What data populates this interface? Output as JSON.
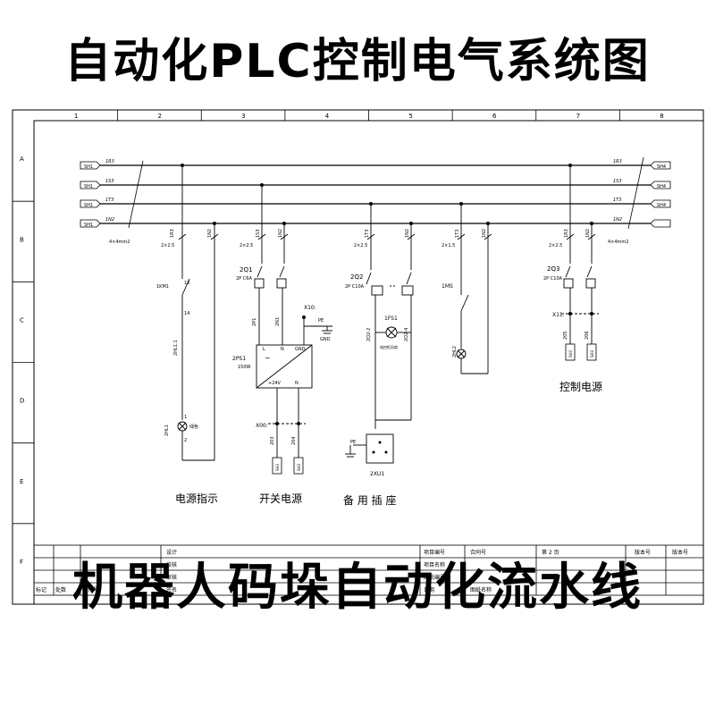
{
  "title": "自动化PLC控制电气系统图",
  "bottom_title": "机器人码垛自动化流水线",
  "frame": {
    "col_labels": [
      "1",
      "2",
      "3",
      "4",
      "5",
      "6",
      "7",
      "8"
    ],
    "row_labels": [
      "A",
      "B",
      "C",
      "D",
      "E",
      "F"
    ]
  },
  "buses": [
    {
      "tag_left": "SH1",
      "wire": "1R3",
      "tag_right": "SH4"
    },
    {
      "tag_left": "SH1",
      "wire": "1S3",
      "tag_right": "SH4"
    },
    {
      "tag_left": "SH1",
      "wire": "1T3",
      "tag_right": "SH4"
    },
    {
      "tag_left": "SH1",
      "wire": "1N2",
      "tag_right": ""
    }
  ],
  "cable_left": "4×4mm2",
  "cable_right": "4×4mm2",
  "circuits": {
    "power_indicator": {
      "label": "电源指示",
      "wire_size": "2×2.5",
      "w1": "1R3",
      "w2": "1N2",
      "relay": "1KM1",
      "pin_a": "13",
      "pin_b": "14",
      "wire_mid": "2HL1.1",
      "lamp": "2HL1",
      "lamp_note": "绿色",
      "pin_1": "1",
      "pin_2": "2"
    },
    "switch_psu": {
      "label": "开关电源",
      "wire_size": "2×2.5",
      "w1": "1S3",
      "w2": "1N2",
      "breaker": "2Q1",
      "rating": "2P C6A",
      "psu": "2PS1",
      "power": "150W",
      "ac": "~",
      "dc": "+24V",
      "n": "N",
      "l": "L",
      "gnd": "GND",
      "pe_terminal": "X10:",
      "pe": "PE",
      "pe_gnd": "GND",
      "wire_a": "2P1",
      "wire_b": "2N1",
      "out_terminal": "X00:",
      "out_a": "203",
      "out_b": "204",
      "out_tag_a": "SH3",
      "out_tag_b": "SH3"
    },
    "socket": {
      "label": "备 用 插 座",
      "wire_size": "2×2.5",
      "w1": "1T3",
      "w2": "1N2",
      "breaker": "2Q2",
      "rating": "2P C10A",
      "fan": "1FS1",
      "fan_note": "电控柜风扇",
      "wire_a": "2Q2-2",
      "wire_b": "2Q2-4",
      "pe": "PE",
      "socket": "2XU1"
    },
    "lamp_circuit": {
      "wire_size": "2×1.5",
      "w1": "1T3",
      "w2": "1N2",
      "switch": "1MS",
      "wire_mid": "2HL2"
    },
    "control_power": {
      "label": "控制电源",
      "wire_size": "2×2.5",
      "w1": "1R3",
      "w2": "1N2",
      "breaker": "2Q3",
      "rating": "2P C10A",
      "terminal": "X11:",
      "wire_a": "205",
      "wire_b": "206",
      "tag_a": "SH3",
      "tag_b": "SH3"
    }
  },
  "title_block": {
    "row1": [
      "设计",
      "",
      "",
      "项目编号",
      "合同号",
      "第 2 页",
      "版本号",
      "版本号"
    ],
    "row2": [
      "校核",
      "",
      "",
      "项目名称",
      "",
      "",
      "",
      ""
    ],
    "row3": [
      "审核",
      "",
      "",
      "图纸编号",
      "",
      "",
      "",
      ""
    ],
    "row4": [
      "标记",
      "处数",
      "文件号",
      "签名",
      "日期",
      "图纸名称",
      "",
      ""
    ]
  }
}
